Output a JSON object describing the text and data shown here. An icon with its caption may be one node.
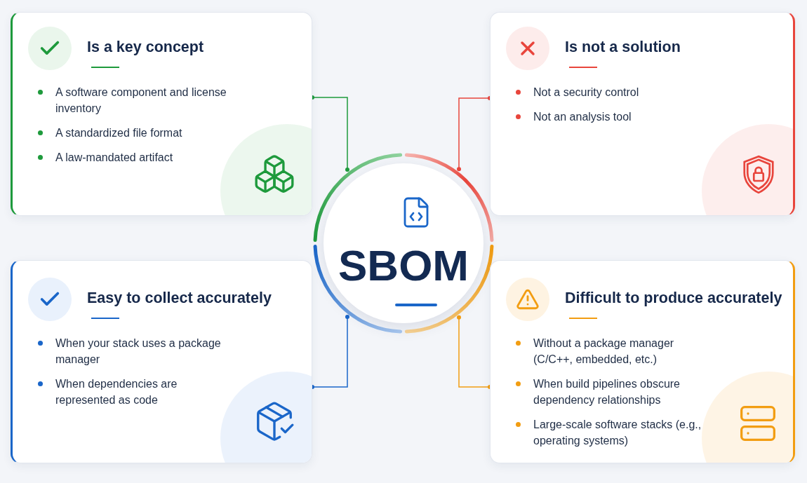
{
  "diagram": {
    "nodes": [
      {
        "text": [
          "Is a key concept",
          "A software component and license inventory",
          "A standardized file format",
          "A law-mandated artifact"
        ]
      },
      {
        "text": [
          "Is not a solution",
          "Not a security control",
          "Not an analysis tool"
        ]
      },
      {
        "text": [
          "SBOM"
        ]
      },
      {
        "text": [
          "Easy to collect accurately",
          "When your stack uses a package manager",
          "When dependencies are represented as code"
        ]
      },
      {
        "text": [
          "Difficult to produce accurately",
          "Without a package manager (C/C++, embedded, etc.)",
          "When build pipelines obscure dependency relationships",
          "Large-scale software stacks (e.g., operating systems)"
        ]
      }
    ],
    "edges": [
      {
        "from": 0,
        "to": 2,
        "arrow": "other",
        "color": "#1e9a3c"
      },
      {
        "from": 1,
        "to": 2,
        "arrow": "other",
        "color": "#e8453c"
      },
      {
        "from": 3,
        "to": 2,
        "arrow": "other",
        "color": "#1a66c9"
      },
      {
        "from": 4,
        "to": 2,
        "arrow": "other",
        "color": "#f29d12"
      }
    ]
  }
}
